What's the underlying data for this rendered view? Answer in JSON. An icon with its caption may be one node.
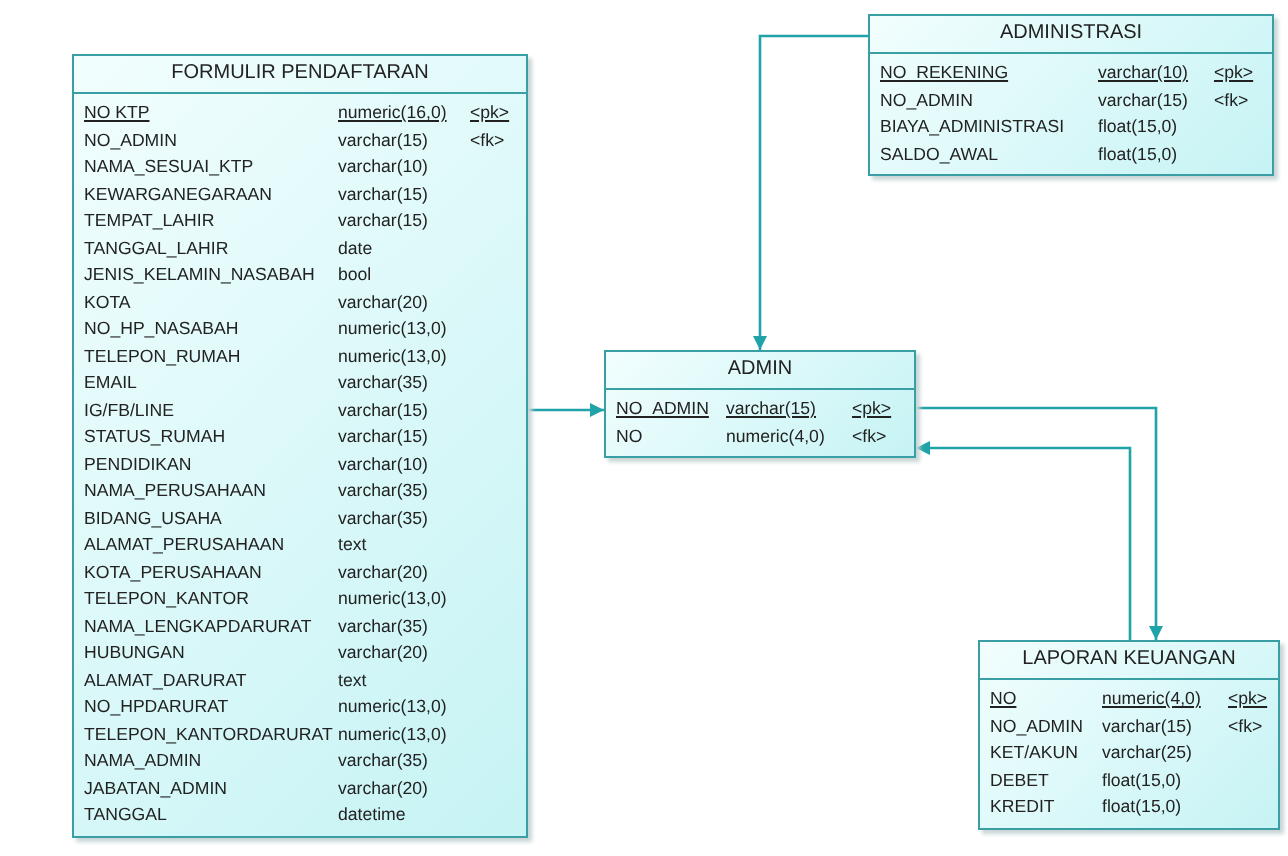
{
  "diagram": {
    "nodes": [
      {
        "text": [
          "FORMULIR PENDAFTARAN",
          "NO KTP",
          "numeric(16,0)",
          "<pk>",
          "NO_ADMIN",
          "varchar(15)",
          "<fk>",
          "NAMA_SESUAI_KTP",
          "varchar(10)",
          "KEWARGANEGARAAN",
          "varchar(15)",
          "TEMPAT_LAHIR",
          "varchar(15)",
          "TANGGAL_LAHIR",
          "date",
          "JENIS_KELAMIN_NASABAH",
          "bool",
          "KOTA",
          "varchar(20)",
          "NO_HP_NASABAH",
          "numeric(13,0)",
          "TELEPON_RUMAH",
          "numeric(13,0)",
          "EMAIL",
          "varchar(35)",
          "IG/FB/LINE",
          "varchar(15)",
          "STATUS_RUMAH",
          "varchar(15)",
          "PENDIDIKAN",
          "varchar(10)",
          "NAMA_PERUSAHAAN",
          "varchar(35)",
          "BIDANG_USAHA",
          "varchar(35)",
          "ALAMAT_PERUSAHAAN",
          "text",
          "KOTA_PERUSAHAAN",
          "varchar(20)",
          "TELEPON_KANTOR",
          "numeric(13,0)",
          "NAMA_LENGKAPDARURAT",
          "varchar(35)",
          "HUBUNGAN",
          "varchar(20)",
          "ALAMAT_DARURAT",
          "text",
          "NO_HPDARURAT",
          "numeric(13,0)",
          "TELEPON_KANTORDARURAT",
          "numeric(13,0)",
          "NAMA_ADMIN",
          "varchar(35)",
          "JABATAN_ADMIN",
          "varchar(20)",
          "TANGGAL",
          "datetime"
        ]
      },
      {
        "text": [
          "ADMINISTRASI",
          "NO_REKENING",
          "varchar(10)",
          "<pk>",
          "NO_ADMIN",
          "varchar(15)",
          "<fk>",
          "BIAYA_ADMINISTRASI",
          "float(15,0)",
          "SALDO_AWAL",
          "float(15,0)"
        ]
      },
      {
        "text": [
          "ADMIN",
          "NO_ADMIN",
          "varchar(15)",
          "<pk>",
          "NO",
          "numeric(4,0)",
          "<fk>"
        ]
      },
      {
        "text": [
          "LAPORAN KEUANGAN",
          "NO",
          "numeric(4,0)",
          "<pk>",
          "NO_ADMIN",
          "varchar(15)",
          "<fk>",
          "KET/AKUN",
          "varchar(25)",
          "DEBET",
          "float(15,0)",
          "KREDIT",
          "float(15,0)"
        ]
      }
    ],
    "edges": [
      {
        "from": 0,
        "to": 2,
        "arrow": "to"
      },
      {
        "from": 1,
        "to": 2,
        "arrow": "to"
      },
      {
        "from": 3,
        "to": 2,
        "arrow": "to"
      },
      {
        "from": 2,
        "to": 3,
        "arrow": "to"
      }
    ]
  }
}
